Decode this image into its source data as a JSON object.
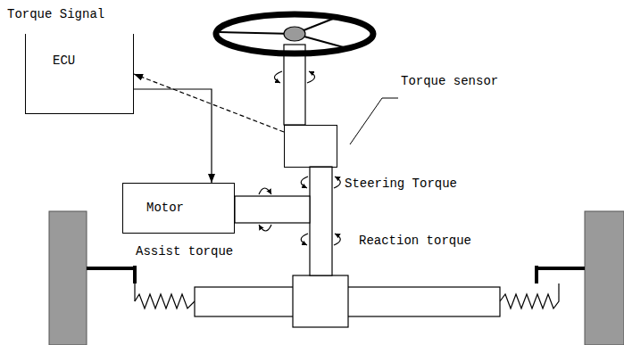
{
  "diagram": {
    "nodes": [
      {
        "text": [
          "ECU"
        ]
      },
      {
        "text": [
          "Torque sensor"
        ]
      },
      {
        "text": [
          "Motor"
        ]
      }
    ],
    "edges": [
      {
        "from": 1,
        "to": 0,
        "arrow": "to"
      },
      {
        "from": 0,
        "to": 2,
        "arrow": "to"
      }
    ],
    "labels": [
      "Torque Signal",
      "Steering Torque",
      "Assist torque",
      "Reaction torque"
    ]
  }
}
